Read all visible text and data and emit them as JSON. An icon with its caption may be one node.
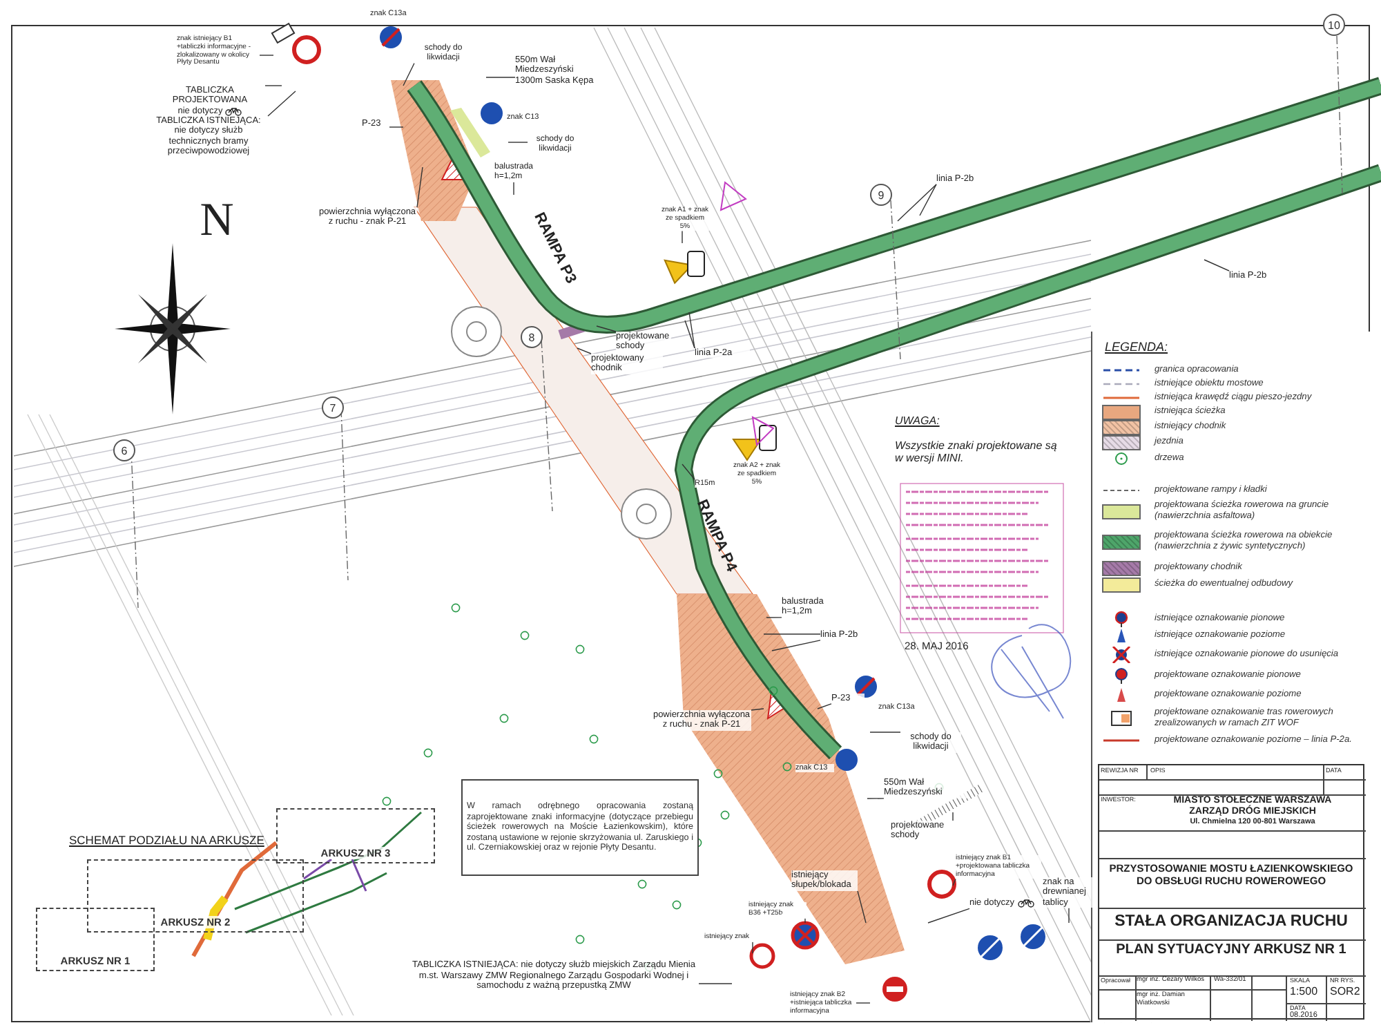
{
  "diagram": {
    "nodes": [
      {
        "text": [
          "znak istniejący B1 +tabliczki informacyjne - zlokalizowany w okolicy Płyty Desantu"
        ]
      },
      {
        "text": [
          "TABLICZKA PROJEKTOWANA",
          "nie dotyczy"
        ]
      },
      {
        "text": [
          "TABLICZKA ISTNIEJĄCA: nie dotyczy służb technicznych bramy przeciwpowodziowej"
        ]
      },
      {
        "text": [
          "znak C13a"
        ]
      },
      {
        "text": [
          "schody do likwidacji"
        ]
      },
      {
        "text": [
          "550m Wał Miedzeszyński 1300m Saska Kępa"
        ]
      },
      {
        "text": [
          "znak C13"
        ]
      },
      {
        "text": [
          "schody do likwidacji"
        ]
      },
      {
        "text": [
          "balustrada h=1,2m"
        ]
      },
      {
        "text": [
          "P-23"
        ]
      },
      {
        "text": [
          "powierzchnia wyłączona z ruchu - znak P-21"
        ]
      },
      {
        "text": [
          "RAMPA P3"
        ]
      },
      {
        "text": [
          "znak A1 + znak ze spadkiem 5%"
        ]
      },
      {
        "text": [
          "linia P-2b"
        ]
      },
      {
        "text": [
          "linia P-2a"
        ]
      },
      {
        "text": [
          "projektowane schody"
        ]
      },
      {
        "text": [
          "projektowany chodnik"
        ]
      },
      {
        "text": [
          "linia P-2b"
        ]
      },
      {
        "text": [
          "znak A2 + znak ze spadkiem 5%"
        ]
      },
      {
        "text": [
          "RAMPA P4"
        ]
      },
      {
        "text": [
          "R15m"
        ]
      },
      {
        "text": [
          "balustrada h=1,2m"
        ]
      },
      {
        "text": [
          "linia P-2b"
        ]
      },
      {
        "text": [
          "P-23"
        ]
      },
      {
        "text": [
          "znak C13a"
        ]
      },
      {
        "text": [
          "powierzchnia wyłączona z ruchu - znak P-21"
        ]
      },
      {
        "text": [
          "schody do likwidacji"
        ]
      },
      {
        "text": [
          "znak C13"
        ]
      },
      {
        "text": [
          "550m Wał Miedzeszyński"
        ]
      },
      {
        "text": [
          "projektowane schody"
        ]
      },
      {
        "text": [
          "istniejący znak B1 +projektowana tabliczka informacyjna"
        ]
      },
      {
        "text": [
          "znak na drewnianej tablicy"
        ]
      },
      {
        "text": [
          "nie dotyczy"
        ]
      },
      {
        "text": [
          "istniejący słupek/blokada"
        ]
      },
      {
        "text": [
          "istniejący znak B36 +T25b"
        ]
      },
      {
        "text": [
          "istniejący znak"
        ]
      },
      {
        "text": [
          "istniejący znak B2 +istniejąca tabliczka informacyjna"
        ]
      },
      {
        "text": [
          "TABLICZKA ISTNIEJĄCA: nie dotyczy służb miejskich Zarządu Mienia m.st. Warszawy ZMW Regionalnego Zarządu Gospodarki Wodnej i samochodu z ważną przepustką ZMW"
        ]
      },
      {
        "text": [
          "W ramach odrębnego opracowania zostaną zaprojektowane znaki informacyjne (dotyczące przebiegu ścieżek rowerowych na Moście Łazienkowskim), które zostaną ustawione w rejonie skrzyżowania ul. Zaruskiego i ul. Czerniakowskiej oraz w rejonie Płyty Desantu."
        ]
      },
      {
        "text": [
          "ARKUSZ NR 1"
        ]
      },
      {
        "text": [
          "ARKUSZ NR 2"
        ]
      },
      {
        "text": [
          "ARKUSZ NR 3"
        ]
      }
    ],
    "edges": [
      {
        "from": 0,
        "to": null,
        "arrow": "none"
      },
      {
        "from": 1,
        "to": null,
        "arrow": "none"
      },
      {
        "from": 2,
        "to": null,
        "arrow": "none"
      },
      {
        "from": 4,
        "to": null,
        "arrow": "none"
      },
      {
        "from": 5,
        "to": null,
        "arrow": "none"
      },
      {
        "from": 7,
        "to": null,
        "arrow": "none"
      },
      {
        "from": 8,
        "to": null,
        "arrow": "none"
      },
      {
        "from": 9,
        "to": null,
        "arrow": "none"
      },
      {
        "from": 10,
        "to": null,
        "arrow": "none"
      },
      {
        "from": 12,
        "to": null,
        "arrow": "none"
      },
      {
        "from": 13,
        "to": null,
        "arrow": "none"
      },
      {
        "from": 13,
        "to": null,
        "arrow": "none"
      },
      {
        "from": 14,
        "to": null,
        "arrow": "none"
      },
      {
        "from": 14,
        "to": null,
        "arrow": "none"
      },
      {
        "from": 15,
        "to": null,
        "arrow": "none"
      },
      {
        "from": 16,
        "to": null,
        "arrow": "none"
      },
      {
        "from": 17,
        "to": null,
        "arrow": "none"
      },
      {
        "from": 20,
        "to": null,
        "arrow": "none"
      },
      {
        "from": 21,
        "to": null,
        "arrow": "none"
      },
      {
        "from": 22,
        "to": null,
        "arrow": "none"
      },
      {
        "from": 22,
        "to": null,
        "arrow": "none"
      },
      {
        "from": 23,
        "to": null,
        "arrow": "none"
      },
      {
        "from": 25,
        "to": null,
        "arrow": "none"
      },
      {
        "from": 26,
        "to": null,
        "arrow": "none"
      },
      {
        "from": 28,
        "to": null,
        "arrow": "none"
      },
      {
        "from": 29,
        "to": null,
        "arrow": "none"
      },
      {
        "from": 31,
        "to": null,
        "arrow": "none"
      },
      {
        "from": 32,
        "to": null,
        "arrow": "none"
      },
      {
        "from": 33,
        "to": null,
        "arrow": "none"
      },
      {
        "from": 37,
        "to": null,
        "arrow": "none"
      },
      {
        "from": 30,
        "to": null,
        "arrow": "none"
      },
      {
        "from": 34,
        "to": null,
        "arrow": "none"
      },
      {
        "from": 36,
        "to": null,
        "arrow": "none"
      },
      {
        "from": 35,
        "to": null,
        "arrow": "none"
      }
    ],
    "labels": [
      "N",
      "6",
      "7",
      "8",
      "9",
      "10",
      "UWAGA:",
      "Wszystkie znaki projektowane są w wersji MINI.",
      "28. MAJ 2016",
      "LEGENDA:",
      "SCHEMAT PODZIAŁU NA ARKUSZE",
      "REWIZJA NR",
      "OPIS",
      "DATA",
      "INWESTOR:",
      "MIASTO STOŁECZNE WARSZAWA",
      "ZARZĄD DRÓG MIEJSKICH",
      "Ul. Chmielna 120 00-801 Warszawa",
      "PRZYSTOSOWANIE MOSTU ŁAZIENKOWSKIEGO DO OBSŁUGI RUCHU ROWEROWEGO",
      "STAŁA ORGANIZACJA RUCHU",
      "PLAN SYTUACYJNY ARKUSZ NR 1",
      "Opracował",
      "mgr inż. Cezary Wilkos",
      "Wa-332/01",
      "mgr inż. Damian Wiatkowski",
      "SKALA",
      "1:500",
      "NR RYS.",
      "SOR2",
      "DATA",
      "08.2016"
    ],
    "legend": [
      {
        "text": "granica opracowania"
      },
      {
        "text": "istniejące obiektu mostowe"
      },
      {
        "text": "istniejąca krawędź ciągu pieszo-jezdny"
      },
      {
        "text": "istniejąca ścieżka",
        "color": "#e8a77f"
      },
      {
        "text": "istniejący chodnik",
        "color": "#f1c2a4"
      },
      {
        "text": "jezdnia",
        "color": "#e6dbe6"
      },
      {
        "text": "drzewa"
      },
      {
        "text": "projektowane rampy i kładki"
      },
      {
        "text": "projektowana ścieżka rowerowa na gruncie (nawierzchnia asfaltowa)",
        "color": "#dbe89a"
      },
      {
        "text": "projektowana ścieżka rowerowa na obiekcie (nawierzchnia z żywic syntetycznych)",
        "color": "#4ea56a"
      },
      {
        "text": "projektowany chodnik",
        "color": "#a57aa8"
      },
      {
        "text": "ścieżka do ewentualnej odbudowy",
        "color": "#f3eb9a"
      },
      {
        "text": "istniejące oznakowanie pionowe"
      },
      {
        "text": "istniejące oznakowanie poziome"
      },
      {
        "text": "istniejące oznakowanie pionowe do usunięcia"
      },
      {
        "text": "projektowane oznakowanie pionowe"
      },
      {
        "text": "projektowane oznakowanie poziome"
      },
      {
        "text": "projektowane oznakowanie tras rowerowych zrealizowanych w ramach ZIT WOF"
      },
      {
        "text": "projektowane oznakowanie poziome – linia P-2a."
      }
    ]
  }
}
